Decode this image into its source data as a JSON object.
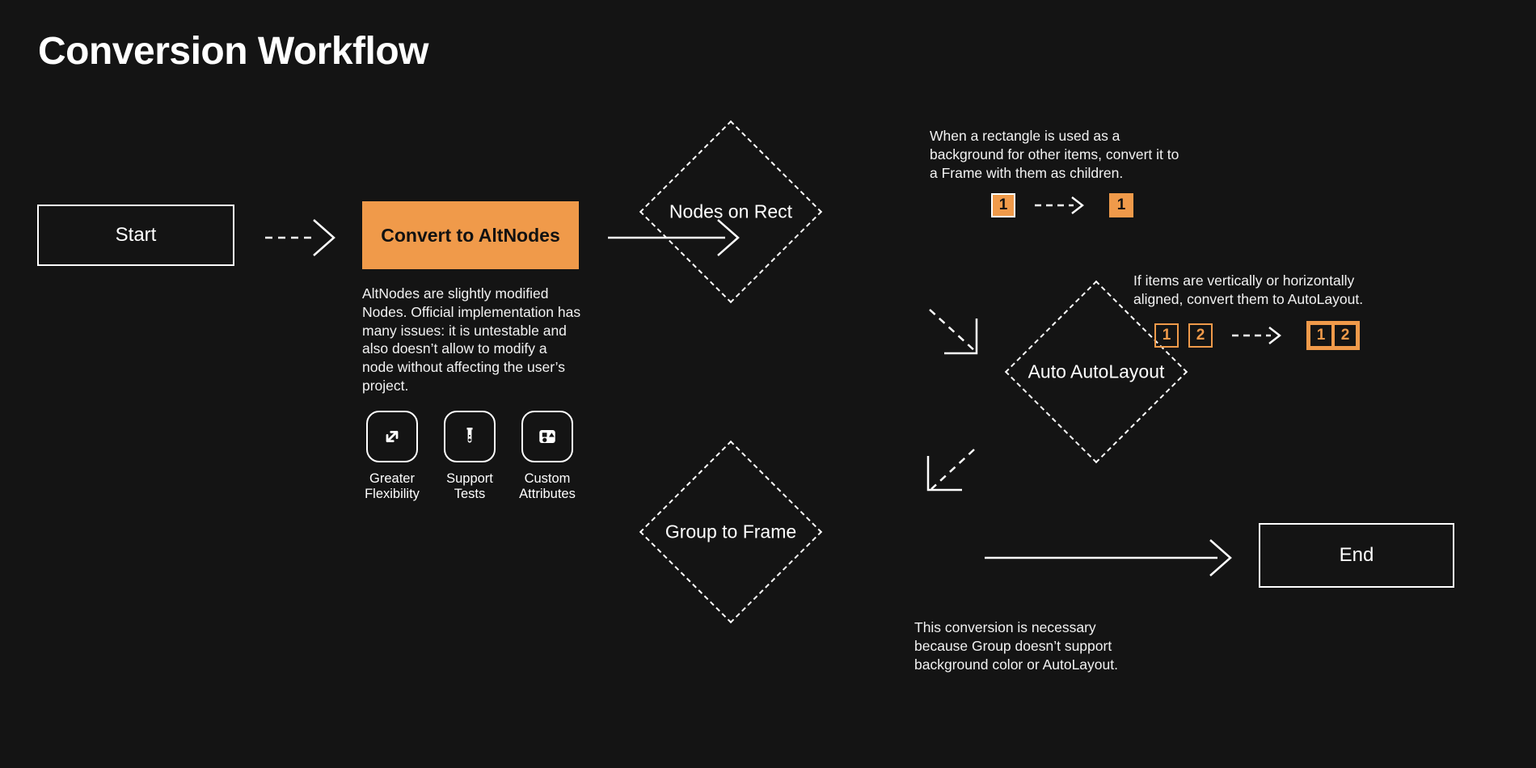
{
  "page": {
    "title": "Conversion Workflow",
    "background_color": "#141414",
    "accent_color": "#F09A4A",
    "text_color": "#FFFFFF"
  },
  "nodes": {
    "start": {
      "label": "Start",
      "shape": "rectangle"
    },
    "convert": {
      "label": "Convert to AltNodes",
      "shape": "rectangle",
      "fill": "#F09A4A"
    },
    "nodes_on_rect": {
      "label": "Nodes on Rect",
      "shape": "diamond"
    },
    "auto_autolayout": {
      "label": "Auto AutoLayout",
      "shape": "diamond"
    },
    "group_to_frame": {
      "label": "Group to Frame",
      "shape": "diamond"
    },
    "end": {
      "label": "End",
      "shape": "rectangle"
    }
  },
  "descriptions": {
    "convert": "AltNodes are slightly modified Nodes. Official implementation has many issues: it is untestable and also doesn’t allow to modify a node without affecting the user’s project."
  },
  "features": [
    {
      "icon": "expand-arrows-icon",
      "label_line1": "Greater",
      "label_line2": "Flexibility"
    },
    {
      "icon": "test-tube-icon",
      "label_line1": "Support",
      "label_line2": "Tests"
    },
    {
      "icon": "shapes-panel-icon",
      "label_line1": "Custom",
      "label_line2": "Attributes"
    }
  ],
  "annotations": {
    "nodes_on_rect": {
      "text": "When a rectangle is used as a background for other items, convert it to a Frame with them as children.",
      "before": [
        {
          "value": "1",
          "style": "filled-outlined"
        }
      ],
      "after": [
        {
          "value": "1",
          "style": "filled"
        }
      ]
    },
    "auto_autolayout": {
      "text": "If items are vertically or horizontally aligned, convert them to AutoLayout.",
      "before": [
        {
          "value": "1",
          "style": "outline"
        },
        {
          "value": "2",
          "style": "outline"
        }
      ],
      "after_grouped": [
        {
          "value": "1",
          "style": "outline"
        },
        {
          "value": "2",
          "style": "outline"
        }
      ]
    },
    "group_to_frame": {
      "text": "This conversion is necessary because Group doesn’t support background color or AutoLayout."
    }
  },
  "edges": [
    {
      "from": "start",
      "to": "convert",
      "style": "dashed",
      "head": "chevron"
    },
    {
      "from": "convert",
      "to": "nodes_on_rect",
      "style": "solid",
      "head": "chevron"
    },
    {
      "from": "nodes_on_rect",
      "to": "auto_autolayout",
      "style": "dashed",
      "head": "corner"
    },
    {
      "from": "auto_autolayout",
      "to": "group_to_frame",
      "style": "dashed",
      "head": "corner"
    },
    {
      "from": "group_to_frame",
      "to": "end",
      "style": "solid",
      "head": "chevron"
    }
  ]
}
